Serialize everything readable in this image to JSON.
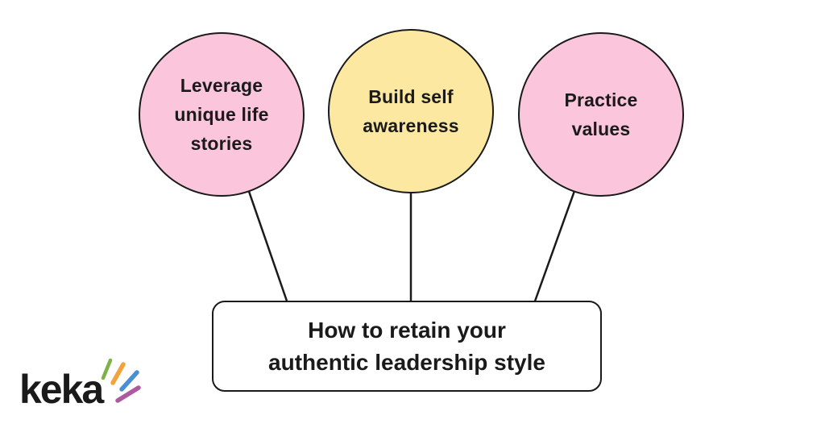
{
  "title": "How to retain your authentic leadership style",
  "nodes": [
    {
      "id": "node-1",
      "label": "Leverage unique life stories",
      "lines": [
        "Leverage",
        "unique life",
        "stories"
      ],
      "fill": "#FBC5DB"
    },
    {
      "id": "node-2",
      "label": "Build self awareness",
      "lines": [
        "Build self",
        "awareness"
      ],
      "fill": "#FCE8A0"
    },
    {
      "id": "node-3",
      "label": "Practice values",
      "lines": [
        "Practice",
        "values"
      ],
      "fill": "#FBC5DB"
    }
  ],
  "root": {
    "label": "How to retain your authentic leadership style",
    "lines": [
      "How to retain your",
      "authentic leadership style"
    ]
  },
  "logo": {
    "text": "keka",
    "spark_colors": [
      "#7DB249",
      "#F2A33C",
      "#4A8FD3",
      "#AE5AA0"
    ]
  },
  "colors": {
    "background": "#FFFFFF",
    "outline": "#1A1A1A",
    "text": "#1A1A1A",
    "node_pink": "#FBC5DB",
    "node_yellow": "#FCE8A0",
    "root_fill": "#FFFFFF"
  }
}
